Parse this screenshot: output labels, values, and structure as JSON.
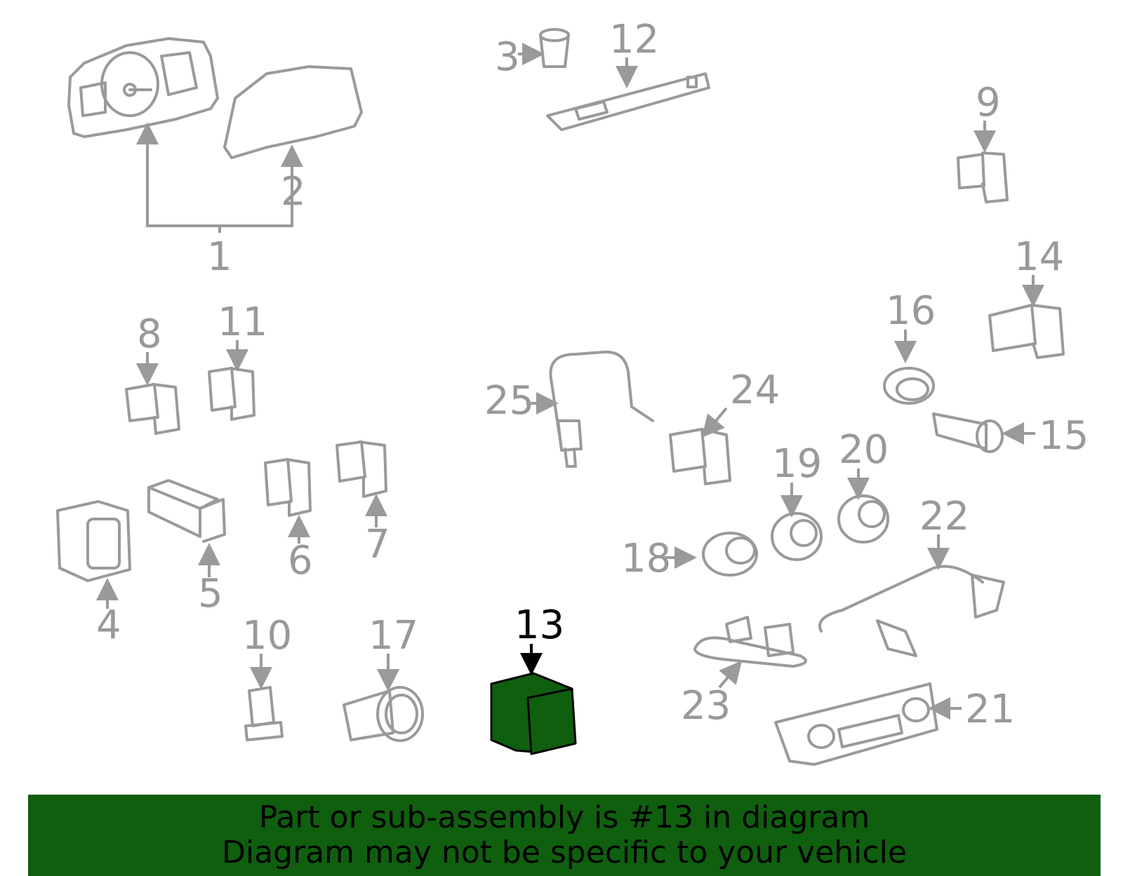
{
  "diagram": {
    "highlighted_part": "13",
    "callouts": [
      "1",
      "2",
      "3",
      "4",
      "5",
      "6",
      "7",
      "8",
      "9",
      "10",
      "11",
      "12",
      "13",
      "14",
      "15",
      "16",
      "17",
      "18",
      "19",
      "20",
      "21",
      "22",
      "23",
      "24",
      "25"
    ],
    "colors": {
      "part_outline": "#9a9a9a",
      "highlight_fill": "#0f5f0f",
      "banner_bg": "#0f5f0f",
      "text_highlight": "#000000"
    }
  },
  "banner": {
    "line1": "Part or sub-assembly is #13 in diagram",
    "line2": "Diagram may not be specific to your vehicle"
  }
}
